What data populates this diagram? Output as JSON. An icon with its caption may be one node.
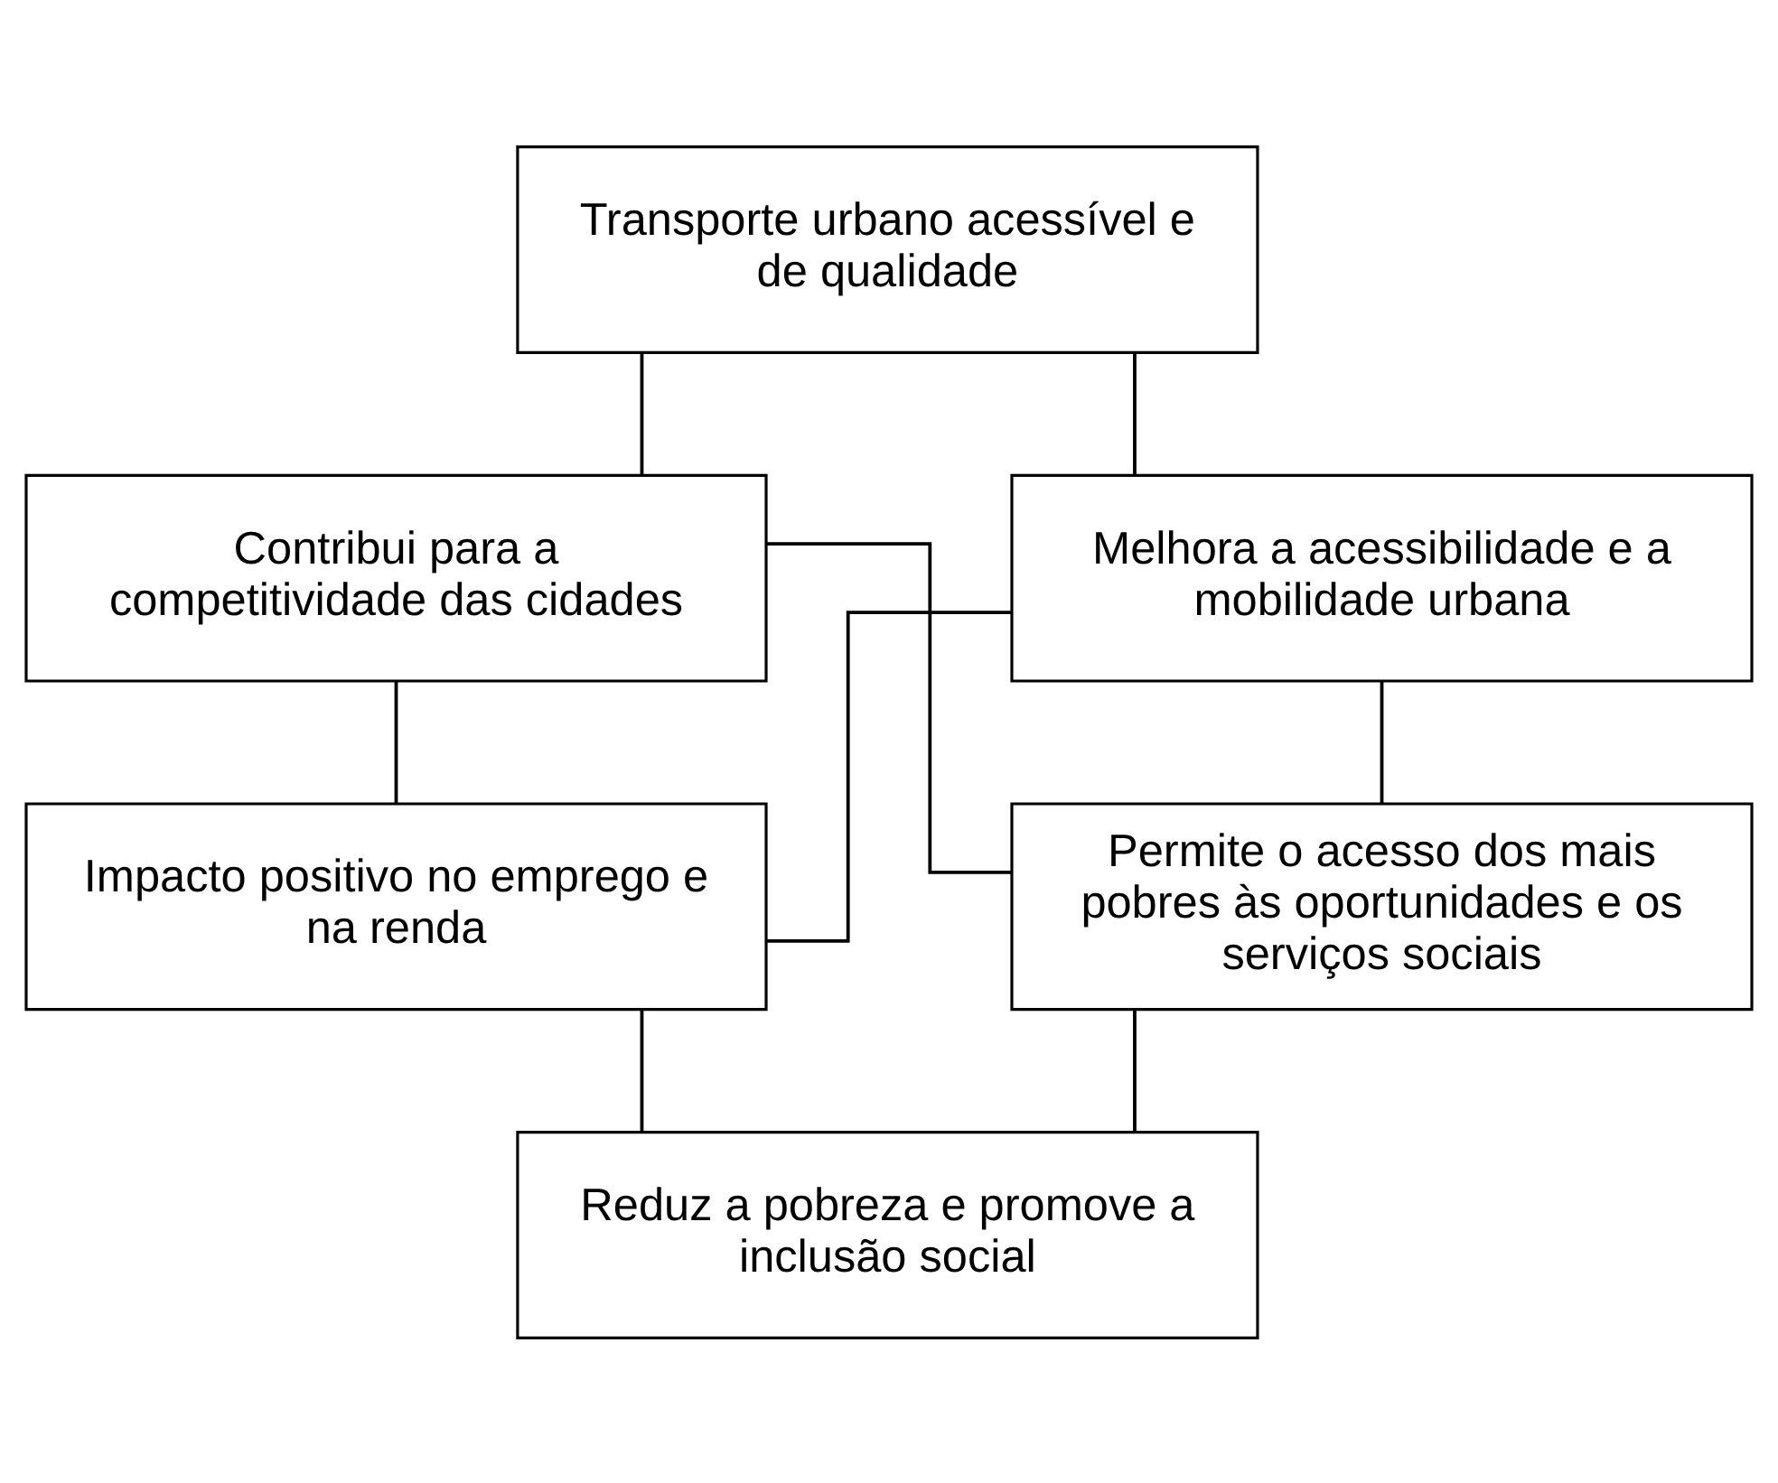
{
  "diagram": {
    "nodes": [
      {
        "text": [
          "Transporte urbano acessível e de qualidade"
        ]
      },
      {
        "text": [
          "Contribui para a competitividade das cidades"
        ]
      },
      {
        "text": [
          "Melhora a acessibilidade e a mobilidade urbana"
        ]
      },
      {
        "text": [
          "Impacto positivo no emprego e na renda"
        ]
      },
      {
        "text": [
          "Permite o acesso dos mais pobres às oportunidades e os serviços sociais"
        ]
      },
      {
        "text": [
          "Reduz a pobreza e promove a inclusão social"
        ]
      }
    ],
    "edges": [
      {
        "from": 0,
        "to": 1,
        "arrow": "none"
      },
      {
        "from": 0,
        "to": 2,
        "arrow": "none"
      },
      {
        "from": 1,
        "to": 3,
        "arrow": "none"
      },
      {
        "from": 1,
        "to": 4,
        "arrow": "none"
      },
      {
        "from": 2,
        "to": 3,
        "arrow": "none"
      },
      {
        "from": 2,
        "to": 4,
        "arrow": "none"
      },
      {
        "from": 3,
        "to": 5,
        "arrow": "none"
      },
      {
        "from": 4,
        "to": 5,
        "arrow": "none"
      }
    ]
  }
}
